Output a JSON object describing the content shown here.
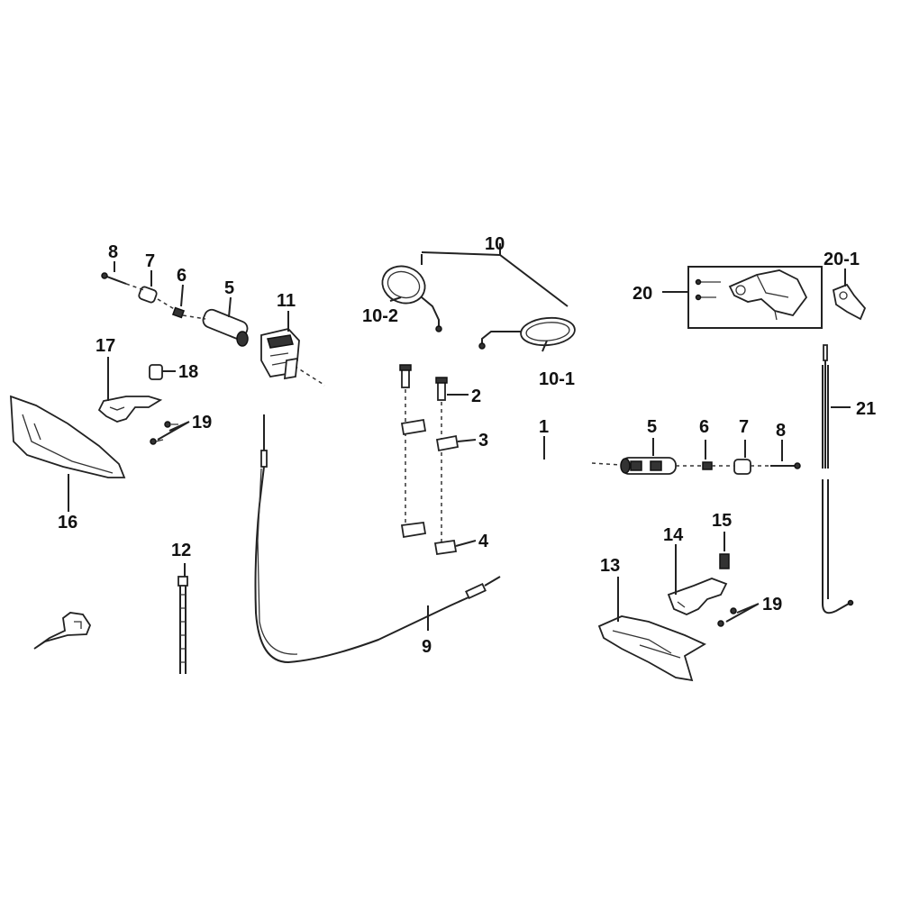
{
  "labels": {
    "p1": "1",
    "p2": "2",
    "p3": "3",
    "p4": "4",
    "p5l": "5",
    "p5r": "5",
    "p6l": "6",
    "p6r": "6",
    "p7l": "7",
    "p7r": "7",
    "p8l": "8",
    "p8r": "8",
    "p9": "9",
    "p10": "10",
    "p10_1": "10-1",
    "p10_2": "10-2",
    "p11": "11",
    "p12": "12",
    "p13": "13",
    "p14": "14",
    "p15": "15",
    "p16": "16",
    "p17": "17",
    "p18": "18",
    "p19l": "19",
    "p19r": "19",
    "p20": "20",
    "p20_1": "20-1",
    "p21": "21"
  },
  "colors": {
    "line": "#222222",
    "background": "#ffffff"
  },
  "icons": {
    "orientation_marker": "front-arrow-icon"
  }
}
